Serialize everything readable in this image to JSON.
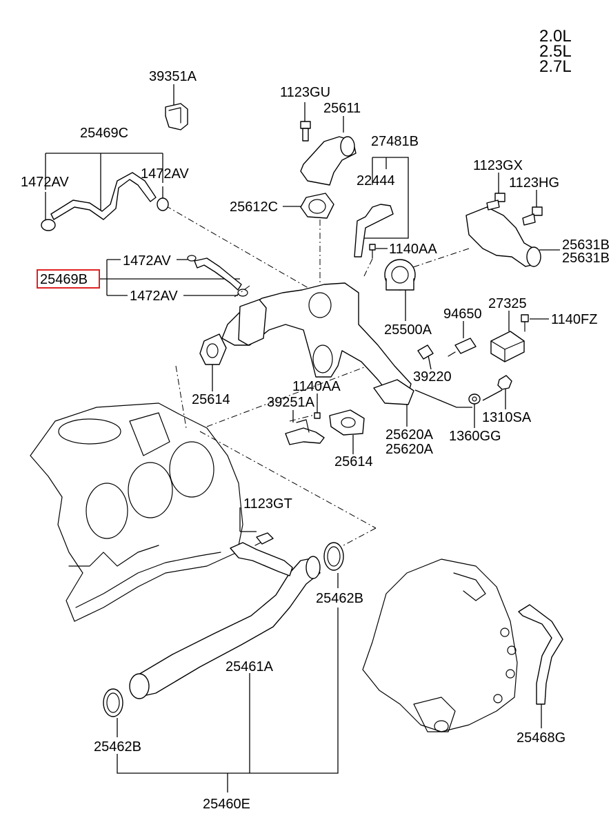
{
  "engine_variants": [
    "2.0L",
    "2.5L",
    "2.7L"
  ],
  "highlighted_part": "25469B",
  "labels": {
    "p39351A": "39351A",
    "p25469C": "25469C",
    "p1472AV_a": "1472AV",
    "p1472AV_b": "1472AV",
    "p1472AV_c": "1472AV",
    "p1472AV_d": "1472AV",
    "p25469B": "25469B",
    "p1123GU": "1123GU",
    "p25611": "25611",
    "p27481B": "27481B",
    "p22444": "22444",
    "p25612C": "25612C",
    "p1140AA_a": "1140AA",
    "p1123GX": "1123GX",
    "p1123HG": "1123HG",
    "p25631B_a": "25631B",
    "p25631B_b": "25631B",
    "p25500A": "25500A",
    "p94650": "94650",
    "p27325": "27325",
    "p1140FZ": "1140FZ",
    "p39220": "39220",
    "p25614_a": "25614",
    "p1140AA_b": "1140AA",
    "p39251A": "39251A",
    "p25614_b": "25614",
    "p25620A_a": "25620A",
    "p25620A_b": "25620A",
    "p1360GG": "1360GG",
    "p1310SA": "1310SA",
    "p1123GT": "1123GT",
    "p25462B_a": "25462B",
    "p25461A": "25461A",
    "p25462B_b": "25462B",
    "p25468G": "25468G",
    "p25460E": "25460E"
  },
  "colors": {
    "highlight": "#e02020",
    "line": "#000000",
    "background": "#ffffff"
  }
}
